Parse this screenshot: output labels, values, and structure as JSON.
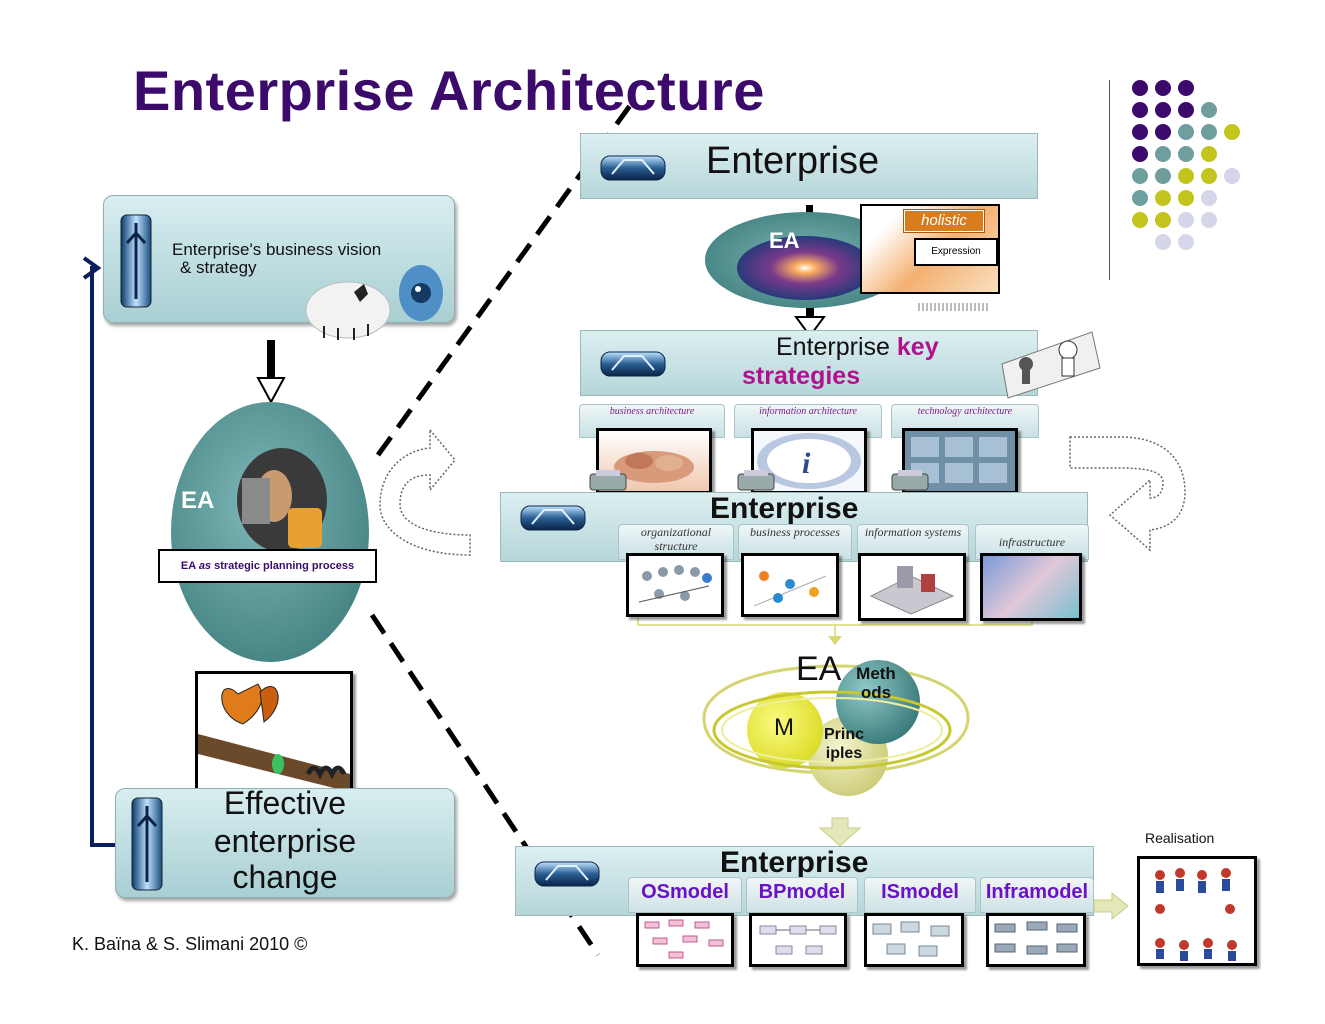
{
  "slide": {
    "title": "Enterprise Architecture",
    "footer": "K. Baïna & S. Slimani 2010 ©"
  },
  "left": {
    "vision_line1": "Enterprise's business vision",
    "vision_line2": "& strategy",
    "ea_label": "EA",
    "process_prefix": "EA",
    "process_as": "as",
    "process_suffix": "strategic planning process",
    "change_line1": "Effective",
    "change_line2": "enterprise",
    "change_line3": "change"
  },
  "right": {
    "enterprise_top": "Enterprise",
    "ea_top": "EA",
    "holistic": "holistic",
    "expression": "Expression",
    "key_line1_a": "Enterprise",
    "key_line1_b": "key",
    "key_line2": "strategies",
    "arch_tabs": [
      "business architecture",
      "information architecture",
      "technology architecture"
    ],
    "enterprise_mid": "Enterprise",
    "mid_tabs": [
      "organizational structure",
      "business processes",
      "information systems",
      "infrastructure"
    ],
    "ea_center": "EA",
    "methods": "Methods",
    "m_label": "M",
    "principles": "Principles",
    "realisation": "Realisation",
    "enterprise_bottom": "Enterprise",
    "model_tabs": [
      "OSmodel",
      "BPmodel",
      "ISmodel",
      "Inframodel"
    ]
  },
  "colors": {
    "title": "#3b0a6b",
    "accent_magenta": "#b0128e",
    "model_text": "#6a12c8",
    "dot_purple": "#3b0a6b",
    "dot_teal": "#6f9e9e",
    "dot_olive": "#c4c41f",
    "dot_lavender": "#d6d6ea"
  },
  "decor": {
    "dots_rows": [
      [
        "purple",
        "purple",
        "purple"
      ],
      [
        "purple",
        "purple",
        "purple",
        "teal"
      ],
      [
        "purple",
        "purple",
        "teal",
        "teal",
        "olive"
      ],
      [
        "purple",
        "teal",
        "teal",
        "olive"
      ],
      [
        "teal",
        "teal",
        "olive",
        "olive",
        "lavender"
      ],
      [
        "teal",
        "olive",
        "olive",
        "lavender"
      ],
      [
        "olive",
        "olive",
        "lavender",
        "lavender"
      ],
      [
        "lavender",
        "lavender"
      ]
    ]
  }
}
